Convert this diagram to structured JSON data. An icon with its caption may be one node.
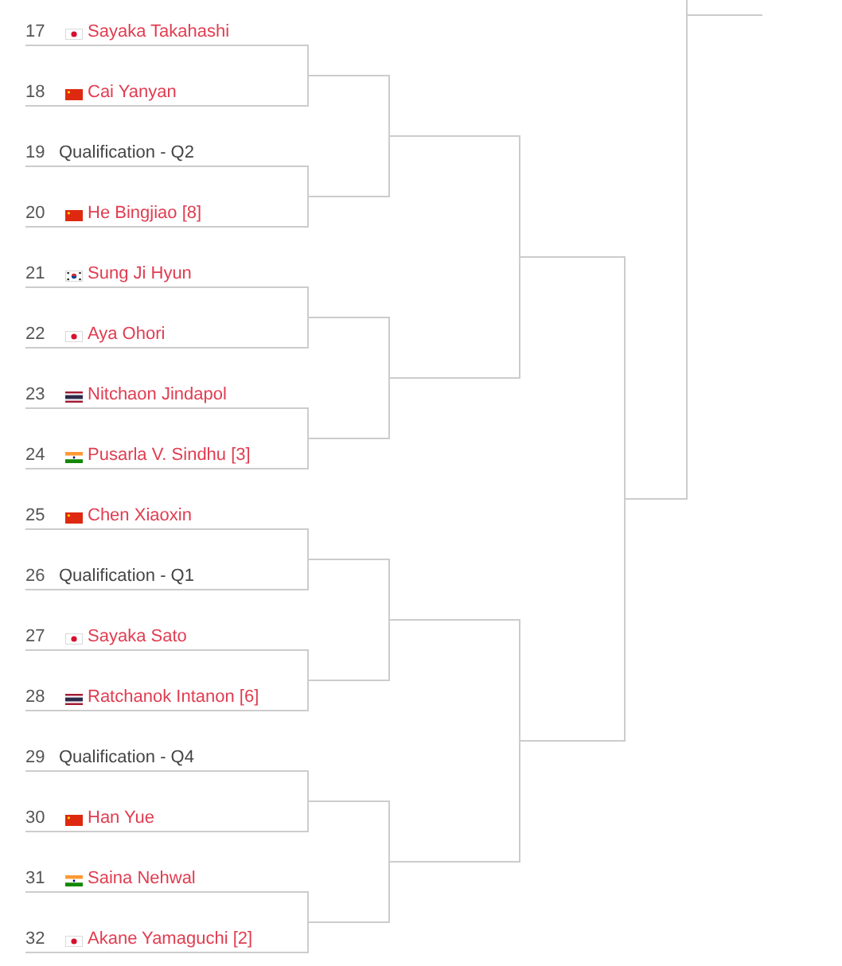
{
  "diagram": {
    "nodes": [
      {
        "text": [
          "17",
          "Sayaka Takahashi"
        ]
      },
      {
        "text": [
          "18",
          "Cai Yanyan"
        ]
      },
      {
        "text": [
          "19",
          "Qualification - Q2"
        ]
      },
      {
        "text": [
          "20",
          "He Bingjiao [8]"
        ]
      },
      {
        "text": [
          "21",
          "Sung Ji Hyun"
        ]
      },
      {
        "text": [
          "22",
          "Aya Ohori"
        ]
      },
      {
        "text": [
          "23",
          "Nitchaon Jindapol"
        ]
      },
      {
        "text": [
          "24",
          "Pusarla V. Sindhu [3]"
        ]
      },
      {
        "text": [
          "25",
          "Chen Xiaoxin"
        ]
      },
      {
        "text": [
          "26",
          "Qualification - Q1"
        ]
      },
      {
        "text": [
          "27",
          "Sayaka Sato"
        ]
      },
      {
        "text": [
          "28",
          "Ratchanok Intanon [6]"
        ]
      },
      {
        "text": [
          "29",
          "Qualification - Q4"
        ]
      },
      {
        "text": [
          "30",
          "Han Yue"
        ]
      },
      {
        "text": [
          "31",
          "Saina Nehwal"
        ]
      },
      {
        "text": [
          "32",
          "Akane Yamaguchi [2]"
        ]
      },
      {
        "text": [],
        "shape": "line"
      },
      {
        "text": [],
        "shape": "line"
      },
      {
        "text": [],
        "shape": "line"
      },
      {
        "text": [],
        "shape": "line"
      },
      {
        "text": [],
        "shape": "line"
      },
      {
        "text": [],
        "shape": "line"
      },
      {
        "text": [],
        "shape": "line"
      },
      {
        "text": [],
        "shape": "line"
      },
      {
        "text": [],
        "shape": "line"
      },
      {
        "text": [],
        "shape": "line"
      },
      {
        "text": [],
        "shape": "line"
      },
      {
        "text": [],
        "shape": "line"
      },
      {
        "text": [],
        "shape": "line"
      },
      {
        "text": [],
        "shape": "line"
      },
      {
        "text": [],
        "shape": "line"
      },
      {
        "text": [],
        "shape": "line"
      }
    ],
    "edges": [
      {
        "from": 0,
        "to": 16,
        "arrow": "none"
      },
      {
        "from": 1,
        "to": 16,
        "arrow": "none"
      },
      {
        "from": 2,
        "to": 17,
        "arrow": "none"
      },
      {
        "from": 3,
        "to": 17,
        "arrow": "none"
      },
      {
        "from": 4,
        "to": 18,
        "arrow": "none"
      },
      {
        "from": 5,
        "to": 18,
        "arrow": "none"
      },
      {
        "from": 6,
        "to": 19,
        "arrow": "none"
      },
      {
        "from": 7,
        "to": 19,
        "arrow": "none"
      },
      {
        "from": 8,
        "to": 20,
        "arrow": "none"
      },
      {
        "from": 9,
        "to": 20,
        "arrow": "none"
      },
      {
        "from": 10,
        "to": 21,
        "arrow": "none"
      },
      {
        "from": 11,
        "to": 21,
        "arrow": "none"
      },
      {
        "from": 12,
        "to": 22,
        "arrow": "none"
      },
      {
        "from": 13,
        "to": 22,
        "arrow": "none"
      },
      {
        "from": 14,
        "to": 23,
        "arrow": "none"
      },
      {
        "from": 15,
        "to": 23,
        "arrow": "none"
      },
      {
        "from": 16,
        "to": 24,
        "arrow": "none"
      },
      {
        "from": 17,
        "to": 24,
        "arrow": "none"
      },
      {
        "from": 18,
        "to": 25,
        "arrow": "none"
      },
      {
        "from": 19,
        "to": 25,
        "arrow": "none"
      },
      {
        "from": 20,
        "to": 26,
        "arrow": "none"
      },
      {
        "from": 21,
        "to": 26,
        "arrow": "none"
      },
      {
        "from": 22,
        "to": 27,
        "arrow": "none"
      },
      {
        "from": 23,
        "to": 27,
        "arrow": "none"
      },
      {
        "from": 24,
        "to": 28,
        "arrow": "none"
      },
      {
        "from": 25,
        "to": 28,
        "arrow": "none"
      },
      {
        "from": 26,
        "to": 29,
        "arrow": "none"
      },
      {
        "from": 27,
        "to": 29,
        "arrow": "none"
      },
      {
        "from": 28,
        "to": 30,
        "arrow": "none"
      },
      {
        "from": 29,
        "to": 30,
        "arrow": "none"
      },
      {
        "from": 30,
        "to": 31,
        "arrow": "none"
      },
      {
        "from": null,
        "to": 31,
        "arrow": "none"
      }
    ]
  }
}
